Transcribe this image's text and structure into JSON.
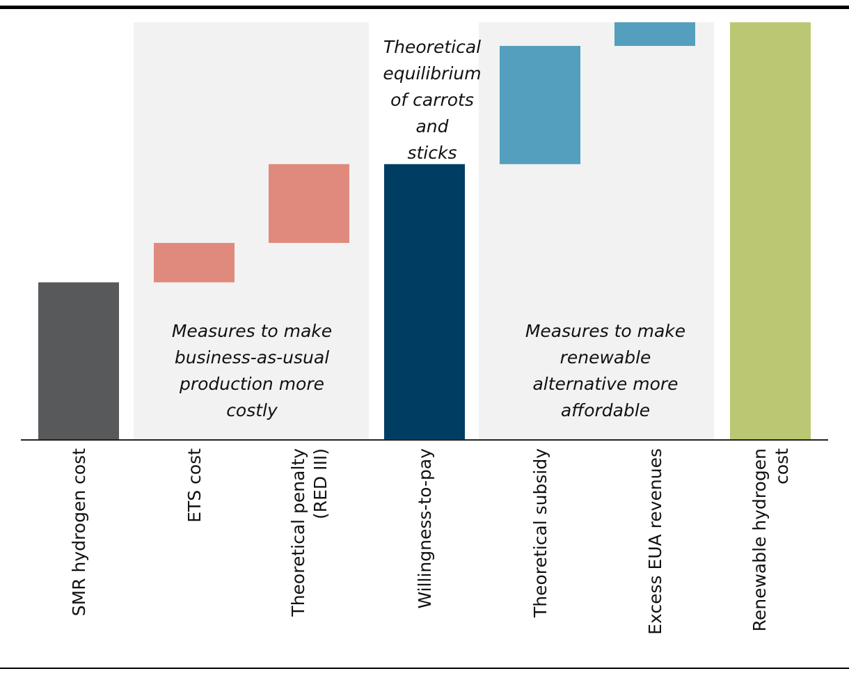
{
  "chart_data": {
    "type": "bar",
    "subtype": "waterfall",
    "title": "",
    "xlabel": "",
    "ylabel": "",
    "axis_values_shown": false,
    "ylim": [
      0,
      106
    ],
    "categories": [
      [
        "SMR hydrogen cost"
      ],
      [
        "ETS cost"
      ],
      [
        "Theoretical penalty",
        "(RED III)"
      ],
      [
        "Willingness-to-pay"
      ],
      [
        "Theoretical subsidy"
      ],
      [
        "Excess EUA revenues"
      ],
      [
        "Renewable hydrogen",
        "cost"
      ]
    ],
    "bars": [
      {
        "category_index": 0,
        "kind": "total",
        "start": 0,
        "end": 40,
        "color": "#58595b"
      },
      {
        "category_index": 1,
        "kind": "increase",
        "start": 40,
        "end": 50,
        "color": "#e08a7d"
      },
      {
        "category_index": 2,
        "kind": "increase",
        "start": 50,
        "end": 70,
        "color": "#e08a7d"
      },
      {
        "category_index": 3,
        "kind": "total",
        "start": 0,
        "end": 70,
        "color": "#003d63"
      },
      {
        "category_index": 4,
        "kind": "increase",
        "start": 70,
        "end": 100,
        "color": "#549ebe"
      },
      {
        "category_index": 5,
        "kind": "increase",
        "start": 100,
        "end": 106,
        "color": "#549ebe"
      },
      {
        "category_index": 6,
        "kind": "total",
        "start": 0,
        "end": 106,
        "color": "#bcc774"
      }
    ],
    "annotations": [
      {
        "lines": [
          "Measures to make",
          "business-as-usual",
          "production more",
          "costly"
        ],
        "group": [
          1,
          2
        ]
      },
      {
        "lines": [
          "Theoretical",
          "equilibrium",
          "of carrots",
          "and",
          "sticks"
        ],
        "group": [
          3
        ]
      },
      {
        "lines": [
          "Measures to make",
          "renewable",
          "alternative more",
          "affordable"
        ],
        "group": [
          4,
          5
        ]
      }
    ],
    "shaded_groups": [
      [
        1,
        2
      ],
      [
        4,
        5
      ]
    ],
    "shade_color": "#f2f2f2",
    "axis_color": "#222222",
    "grid": false,
    "legend": "none"
  }
}
